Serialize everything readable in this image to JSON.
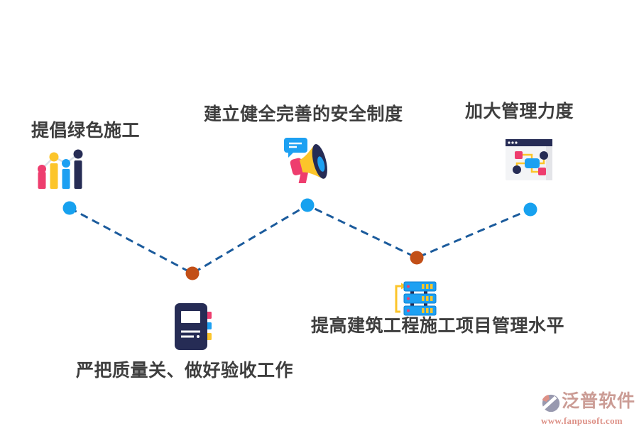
{
  "colors": {
    "text": "#3e3e3e",
    "line": "#1b5b9c",
    "dot_blue": "#17a1ef",
    "dot_orange": "#c24f17",
    "pink": "#ee3d6e",
    "yellow": "#fcc52a",
    "blue": "#1da0f2",
    "navy": "#262c55",
    "brand_text": "#cb9c95",
    "brand_salmon": "#dd9086",
    "brand_gray": "#9899af"
  },
  "nodes": [
    {
      "label": "提倡绿色施工",
      "icon": "bar-chart-icon"
    },
    {
      "label": "建立健全完善的安全制度",
      "icon": "megaphone-icon"
    },
    {
      "label": "加大管理力度",
      "icon": "flowchart-window-icon"
    },
    {
      "label": "严把质量关、做好验收工作",
      "icon": "notebook-icon"
    },
    {
      "label": "提高建筑工程施工项目管理水平",
      "icon": "server-stack-icon"
    }
  ],
  "watermark": {
    "brand": "泛普软件",
    "url": "www.fanpusoft.com"
  }
}
